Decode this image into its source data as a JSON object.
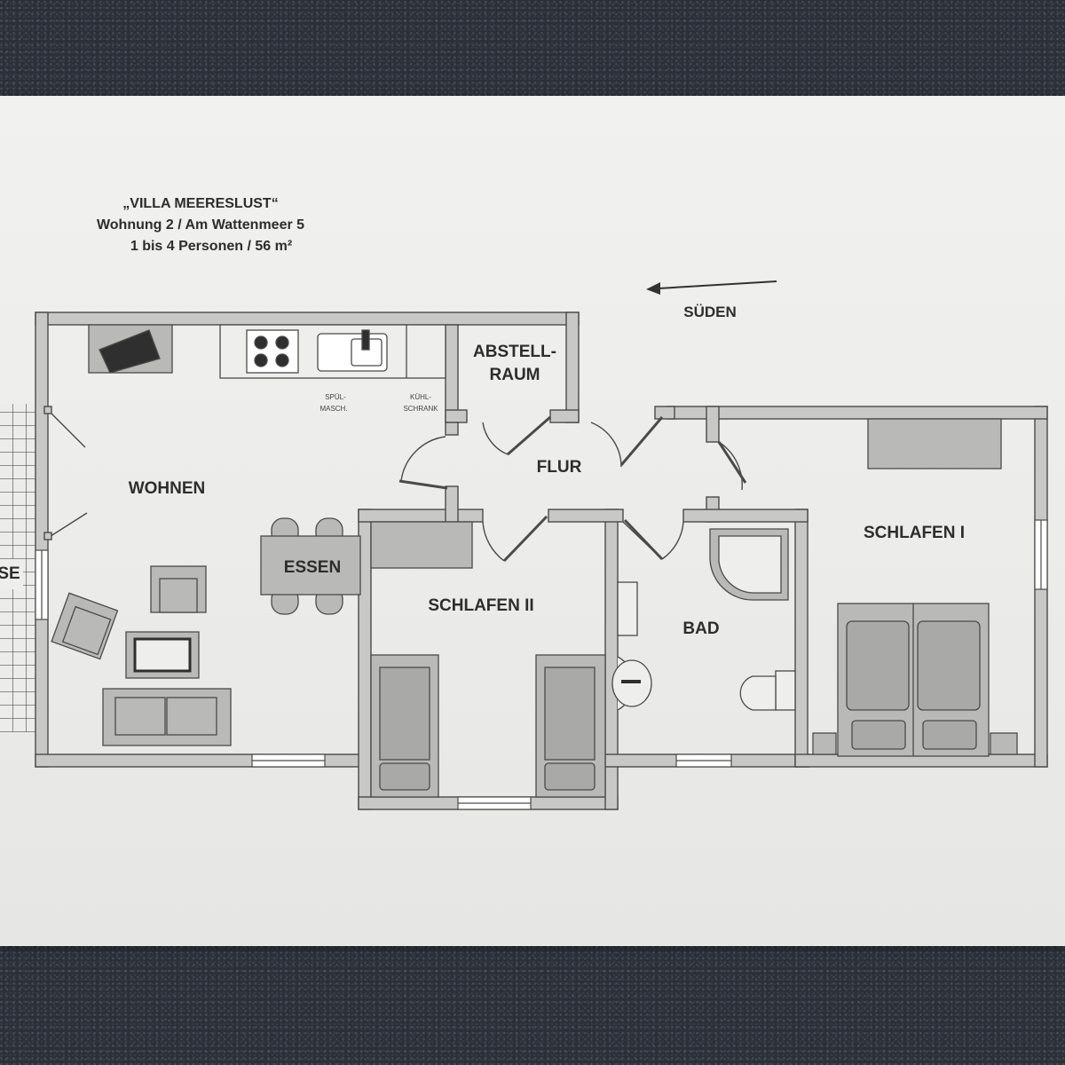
{
  "header": {
    "line1": "„VILLA MEERESLUST“",
    "line2": "Wohnung 2 / Am Wattenmeer 5",
    "line3": "1 bis 4 Personen / 56 m²"
  },
  "compass": {
    "label": "SÜDEN"
  },
  "rooms": {
    "wohnen": "WOHNEN",
    "essen": "ESSEN",
    "abstellraum_1": "ABSTELL-",
    "abstellraum_2": "RAUM",
    "flur": "FLUR",
    "schlafen_1": "SCHLAFEN I",
    "schlafen_2": "SCHLAFEN II",
    "bad": "BAD",
    "terrasse_fragment": "SE"
  },
  "fixtures": {
    "spuelmaschine_1": "SPÜL-",
    "spuelmaschine_2": "MASCH.",
    "kuehlschrank_1": "KÜHL-",
    "kuehlschrank_2": "SCHRANK"
  },
  "colors": {
    "wall": "#c8c8c6",
    "wall_edge": "#4a4a4a",
    "furniture": "#b9b9b7",
    "furniture_dark": "#8c8c8a",
    "paper": "#eeeeec"
  }
}
